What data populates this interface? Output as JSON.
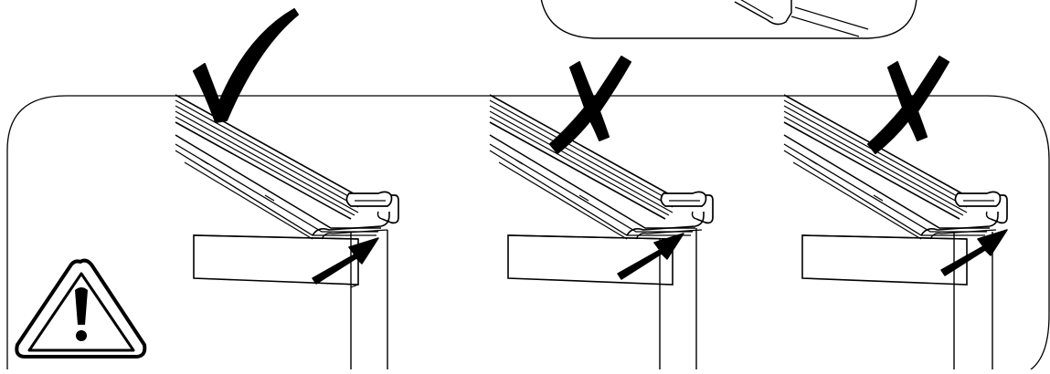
{
  "panels": [
    {
      "id": "correct",
      "status": "correct",
      "mark_icon": "check-icon",
      "arrow_icon": "arrow-icon"
    },
    {
      "id": "wrong-1",
      "status": "incorrect",
      "mark_icon": "cross-icon",
      "arrow_icon": "arrow-icon"
    },
    {
      "id": "wrong-2",
      "status": "incorrect",
      "mark_icon": "cross-icon",
      "arrow_icon": "arrow-icon"
    }
  ],
  "warning_icon": "warning-triangle-icon",
  "detail_callout_icon": "detail-zoom-callout",
  "colors": {
    "line": "#000000",
    "background": "#ffffff"
  }
}
